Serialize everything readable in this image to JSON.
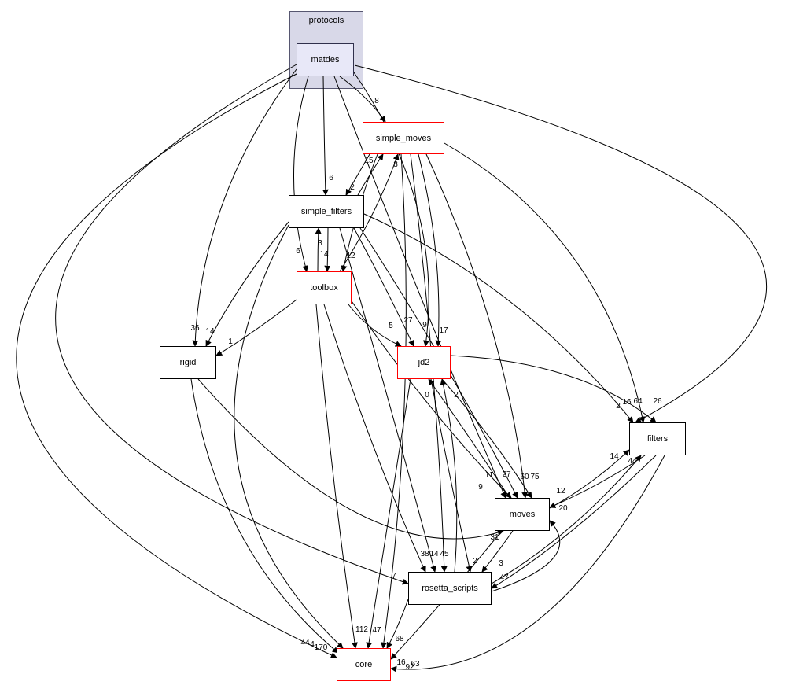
{
  "diagram": {
    "type": "directory-dependency-graph"
  },
  "cluster": {
    "label": "protocols"
  },
  "nodes": {
    "matdes": {
      "label": "matdes",
      "style": "current"
    },
    "simple_moves": {
      "label": "simple_moves",
      "style": "red"
    },
    "simple_filters": {
      "label": "simple_filters",
      "style": "normal"
    },
    "toolbox": {
      "label": "toolbox",
      "style": "red"
    },
    "rigid": {
      "label": "rigid",
      "style": "normal"
    },
    "jd2": {
      "label": "jd2",
      "style": "red"
    },
    "filters": {
      "label": "filters",
      "style": "normal"
    },
    "moves": {
      "label": "moves",
      "style": "normal"
    },
    "rosetta_scripts": {
      "label": "rosetta_scripts",
      "style": "normal"
    },
    "core": {
      "label": "core",
      "style": "red"
    }
  },
  "colors": {
    "highlight_border": "#ff0000",
    "normal_border": "#000000",
    "cluster_fill": "#d8d8e8",
    "current_node_fill": "#e8e8f8",
    "edge": "#000000"
  },
  "edges": [
    {
      "from": "matdes",
      "to": "simple_moves",
      "label": "8",
      "p": [
        432,
        97,
        470,
        125,
        490,
        155
      ],
      "lp": [
        479,
        131
      ]
    },
    {
      "from": "matdes",
      "to": "simple_filters",
      "label": "6",
      "p": [
        411,
        97,
        412,
        170,
        414,
        248
      ],
      "lp": [
        421,
        229
      ]
    },
    {
      "from": "simple_moves",
      "to": "simple_filters",
      "label": "2",
      "p": [
        470,
        196,
        455,
        222,
        440,
        248
      ],
      "lp": [
        448,
        241
      ]
    },
    {
      "from": "simple_filters",
      "to": "simple_moves",
      "label": "15",
      "p": [
        455,
        248,
        470,
        222,
        487,
        196
      ],
      "lp": [
        469,
        207
      ]
    },
    {
      "from": "toolbox",
      "to": "simple_moves",
      "label": "8",
      "p": [
        432,
        345,
        480,
        270,
        506,
        196
      ],
      "lp": [
        503,
        212
      ]
    },
    {
      "from": "matdes",
      "to": "toolbox",
      "label": "6",
      "p": [
        392,
        97,
        356,
        220,
        390,
        345
      ],
      "lp": [
        379,
        322
      ]
    },
    {
      "from": "simple_filters",
      "to": "toolbox",
      "label": "14",
      "p": [
        417,
        290,
        417,
        317,
        416,
        345
      ],
      "lp": [
        412,
        326
      ]
    },
    {
      "from": "toolbox",
      "to": "simple_filters",
      "label": "3",
      "p": [
        404,
        345,
        404,
        317,
        405,
        290
      ],
      "lp": [
        407,
        312
      ]
    },
    {
      "from": "simple_moves",
      "to": "toolbox",
      "label": "12",
      "p": [
        480,
        196,
        452,
        268,
        436,
        345
      ],
      "lp": [
        446,
        328
      ]
    },
    {
      "from": "matdes",
      "to": "rigid",
      "label": "36",
      "p": [
        377,
        88,
        255,
        250,
        248,
        440
      ],
      "lp": [
        248,
        420
      ]
    },
    {
      "from": "simple_filters",
      "to": "rigid",
      "label": "14",
      "p": [
        367,
        282,
        300,
        365,
        262,
        440
      ],
      "lp": [
        267,
        424
      ]
    },
    {
      "from": "toolbox",
      "to": "rigid",
      "label": "1",
      "p": [
        377,
        381,
        320,
        425,
        275,
        452
      ],
      "lp": [
        293,
        437
      ]
    },
    {
      "from": "toolbox",
      "to": "jd2",
      "label": "5",
      "p": [
        443,
        387,
        470,
        422,
        510,
        440
      ],
      "lp": [
        497,
        417
      ]
    },
    {
      "from": "simple_filters",
      "to": "jd2",
      "label": "27",
      "p": [
        450,
        290,
        488,
        360,
        526,
        440
      ],
      "lp": [
        519,
        410
      ]
    },
    {
      "from": "matdes",
      "to": "jd2",
      "label": "9",
      "p": [
        450,
        92,
        565,
        260,
        541,
        440
      ],
      "lp": [
        540,
        416
      ]
    },
    {
      "from": "simple_moves",
      "to": "jd2",
      "label": "17",
      "p": [
        532,
        196,
        563,
        320,
        557,
        440
      ],
      "lp": [
        564,
        423
      ]
    },
    {
      "from": "moves",
      "to": "jd2",
      "label": "0",
      "p": [
        648,
        633,
        590,
        545,
        545,
        482
      ],
      "lp": [
        543,
        505
      ]
    },
    {
      "from": "rosetta_scripts",
      "to": "jd2",
      "label": "2",
      "p": [
        578,
        727,
        588,
        600,
        562,
        482
      ],
      "lp": [
        580,
        505
      ]
    },
    {
      "from": "matdes",
      "to": "filters",
      "label": "2",
      "p": [
        451,
        83,
        1270,
        290,
        808,
        537
      ],
      "lp": [
        786,
        519
      ]
    },
    {
      "from": "simple_filters",
      "to": "filters",
      "label": "16",
      "p": [
        463,
        272,
        660,
        360,
        805,
        537
      ],
      "lp": [
        797,
        514
      ]
    },
    {
      "from": "simple_moves",
      "to": "filters",
      "label": "64",
      "p": [
        565,
        182,
        770,
        300,
        818,
        537
      ],
      "lp": [
        811,
        513
      ]
    },
    {
      "from": "jd2",
      "to": "filters",
      "label": "26",
      "p": [
        573,
        452,
        740,
        460,
        834,
        537
      ],
      "lp": [
        836,
        513
      ]
    },
    {
      "from": "moves",
      "to": "filters",
      "label": "14",
      "p": [
        699,
        646,
        755,
        615,
        800,
        572
      ],
      "lp": [
        781,
        583
      ]
    },
    {
      "from": "rosetta_scripts",
      "to": "filters",
      "label": "44",
      "p": [
        625,
        742,
        730,
        680,
        815,
        579
      ],
      "lp": [
        804,
        589
      ]
    },
    {
      "from": "matdes",
      "to": "moves",
      "label": "9",
      "p": [
        425,
        97,
        540,
        400,
        643,
        633
      ],
      "lp": [
        611,
        622
      ]
    },
    {
      "from": "toolbox",
      "to": "moves",
      "label": "11",
      "p": [
        445,
        380,
        545,
        525,
        650,
        633
      ],
      "lp": [
        622,
        607
      ]
    },
    {
      "from": "simple_filters",
      "to": "moves",
      "label": "27",
      "p": [
        458,
        290,
        575,
        470,
        658,
        633
      ],
      "lp": [
        644,
        606
      ]
    },
    {
      "from": "simple_moves",
      "to": "moves",
      "label": "60",
      "p": [
        542,
        196,
        645,
        420,
        668,
        633
      ],
      "lp": [
        667,
        609
      ]
    },
    {
      "from": "jd2",
      "to": "moves",
      "label": "75",
      "p": [
        562,
        482,
        630,
        560,
        676,
        633
      ],
      "lp": [
        680,
        609
      ]
    },
    {
      "from": "filters",
      "to": "moves",
      "label": "12",
      "p": [
        820,
        579,
        762,
        618,
        699,
        645
      ],
      "lp": [
        713,
        627
      ]
    },
    {
      "from": "rosetta_scripts",
      "to": "moves",
      "label": "20",
      "p": [
        625,
        752,
        745,
        712,
        699,
        662
      ],
      "lp": [
        716,
        649
      ]
    },
    {
      "from": "rigid",
      "to": "moves",
      "label": "31",
      "p": [
        252,
        482,
        470,
        730,
        640,
        675
      ],
      "lp": [
        629,
        686
      ]
    },
    {
      "from": "toolbox",
      "to": "rosetta_scripts",
      "label": "38",
      "p": [
        412,
        387,
        470,
        570,
        541,
        727
      ],
      "lp": [
        540,
        707
      ]
    },
    {
      "from": "simple_filters",
      "to": "rosetta_scripts",
      "label": "14",
      "p": [
        432,
        290,
        498,
        520,
        553,
        727
      ],
      "lp": [
        552,
        707
      ]
    },
    {
      "from": "simple_moves",
      "to": "rosetta_scripts",
      "label": "45",
      "p": [
        522,
        196,
        556,
        470,
        565,
        727
      ],
      "lp": [
        565,
        707
      ]
    },
    {
      "from": "jd2",
      "to": "rosetta_scripts",
      "label": "2",
      "p": [
        548,
        482,
        572,
        610,
        598,
        727
      ],
      "lp": [
        604,
        716
      ]
    },
    {
      "from": "moves",
      "to": "rosetta_scripts",
      "label": "3",
      "p": [
        652,
        675,
        633,
        702,
        613,
        727
      ],
      "lp": [
        637,
        719
      ]
    },
    {
      "from": "filters",
      "to": "rosetta_scripts",
      "label": "47",
      "p": [
        834,
        579,
        720,
        690,
        625,
        748
      ],
      "lp": [
        641,
        737
      ]
    },
    {
      "from": "matdes",
      "to": "rosetta_scripts",
      "label": "7",
      "p": [
        377,
        82,
        -300,
        460,
        519,
        742
      ],
      "lp": [
        501,
        735
      ]
    },
    {
      "from": "matdes",
      "to": "core",
      "label": "170",
      "p": [
        377,
        94,
        -360,
        470,
        428,
        836
      ],
      "lp": [
        408,
        826
      ]
    },
    {
      "from": "rigid",
      "to": "core",
      "label": "4",
      "p": [
        243,
        482,
        275,
        700,
        430,
        830
      ],
      "lp": [
        397,
        822
      ]
    },
    {
      "from": "simple_filters",
      "to": "core",
      "label": "44",
      "p": [
        367,
        286,
        200,
        600,
        436,
        824
      ],
      "lp": [
        388,
        820
      ]
    },
    {
      "from": "toolbox",
      "to": "core",
      "label": "112",
      "p": [
        402,
        387,
        420,
        600,
        452,
        824
      ],
      "lp": [
        460,
        803
      ]
    },
    {
      "from": "jd2",
      "to": "core",
      "label": "47",
      "p": [
        522,
        482,
        495,
        650,
        468,
        824
      ],
      "lp": [
        479,
        804
      ]
    },
    {
      "from": "simple_moves",
      "to": "core",
      "label": "68",
      "p": [
        510,
        196,
        530,
        510,
        487,
        824
      ],
      "lp": [
        508,
        815
      ]
    },
    {
      "from": "moves",
      "to": "core",
      "label": "63",
      "p": [
        638,
        675,
        560,
        770,
        497,
        838
      ],
      "lp": [
        528,
        847
      ]
    },
    {
      "from": "rosetta_scripts",
      "to": "core",
      "label": "16",
      "p": [
        519,
        762,
        505,
        800,
        492,
        824
      ],
      "lp": [
        510,
        845
      ]
    },
    {
      "from": "filters",
      "to": "core",
      "label": "92",
      "p": [
        845,
        579,
        690,
        868,
        497,
        850
      ],
      "lp": [
        521,
        851
      ]
    }
  ]
}
